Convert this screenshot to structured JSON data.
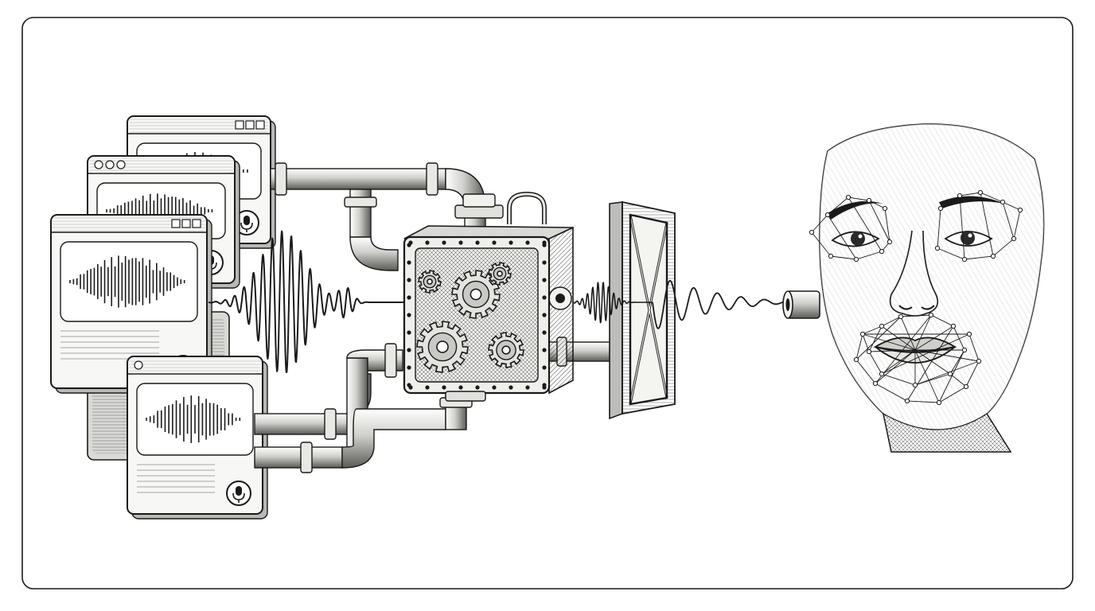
{
  "colors": {
    "background": "#ffffff",
    "ink": "#1a1a1a",
    "paper": "#f7f7f5",
    "shade": "#d9d9d6",
    "mid": "#a8a8a4"
  },
  "diagram": {
    "frame": {},
    "audio_windows": [
      {
        "name": "audio-window-back",
        "icon": "microphone-icon",
        "title_bar_controls": [
          "minimize-icon",
          "maximize-icon",
          "close-icon"
        ]
      },
      {
        "name": "audio-window-second",
        "icon": "microphone-icon",
        "title_bar_controls": [
          "window-dot-icon",
          "window-dot-icon",
          "window-dot-icon"
        ]
      },
      {
        "name": "audio-window-front",
        "icon": "microphone-icon",
        "title_bar_controls": [
          "minimize-icon",
          "maximize-icon",
          "close-icon"
        ]
      },
      {
        "name": "audio-window-bottom",
        "icon": "microphone-icon",
        "title_bar_controls": [
          "window-dot-icon"
        ]
      }
    ],
    "processor": {
      "icon": "gear-machine-icon"
    },
    "filter": {
      "icon": "filter-panel-icon"
    },
    "face": {
      "icon": "face-mesh-icon"
    },
    "connector": {
      "icon": "ear-plug-icon"
    }
  }
}
